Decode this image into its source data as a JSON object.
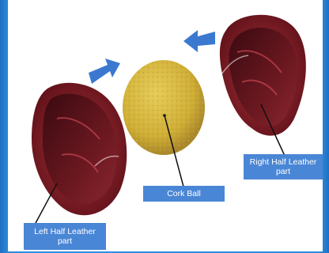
{
  "labels": {
    "right_half": "Right Half Leather part",
    "cork_ball": "Cork Ball",
    "left_half": "Left Half Leather part"
  },
  "colors": {
    "frame_blue": "#2f8fe0",
    "label_fill": "#4a86d6",
    "arrow_fill": "#3b78d0",
    "leather": "#8a1f2a",
    "cork": "#d3b43a"
  }
}
